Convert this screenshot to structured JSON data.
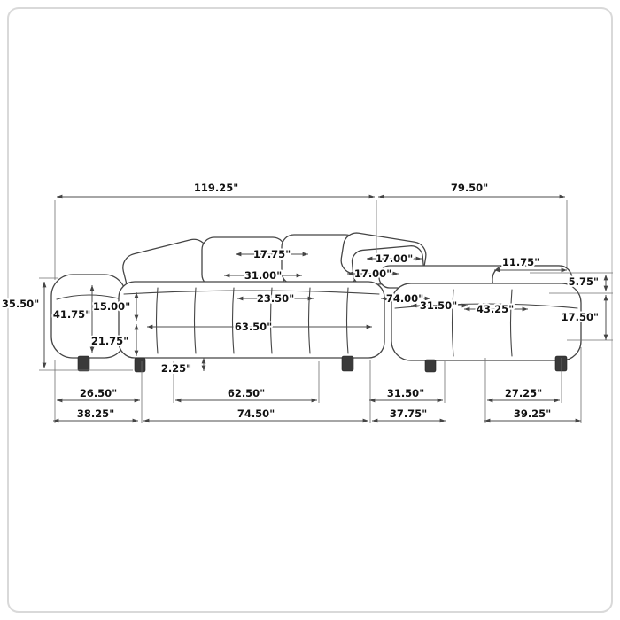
{
  "dimensions": {
    "overall_width_left": "119.25\"",
    "overall_width_right": "79.50\"",
    "overall_height": "35.50\"",
    "back_cushion_width": "17.75\"",
    "back_inner_width": "31.00\"",
    "pillow_width": "17.00\"",
    "pillow_height": "17.00\"",
    "chaise_back_width": "11.75\"",
    "back_rail_height": "5.75\"",
    "back_height_above_seat": "15.00\"",
    "arm_height": "41.75\"",
    "seat_depth": "23.50\"",
    "chaise_length": "74.00\"",
    "chaise_width": "31.50\"",
    "chaise_seat_length": "43.25\"",
    "seat_height_right": "17.50\"",
    "seat_height_left": "21.75\"",
    "seat_interior_width": "63.50\"",
    "leg_height": "2.25\"",
    "arm_depth_bottom": "26.50\"",
    "seat_width_bottom": "62.50\"",
    "chaise_width_bottom": "31.50\"",
    "chaise_seat_width_bottom": "27.25\"",
    "left_depth_total": "38.25\"",
    "left_width_inner": "74.50\"",
    "right_width_inner": "37.75\"",
    "right_depth_total": "39.25\""
  }
}
